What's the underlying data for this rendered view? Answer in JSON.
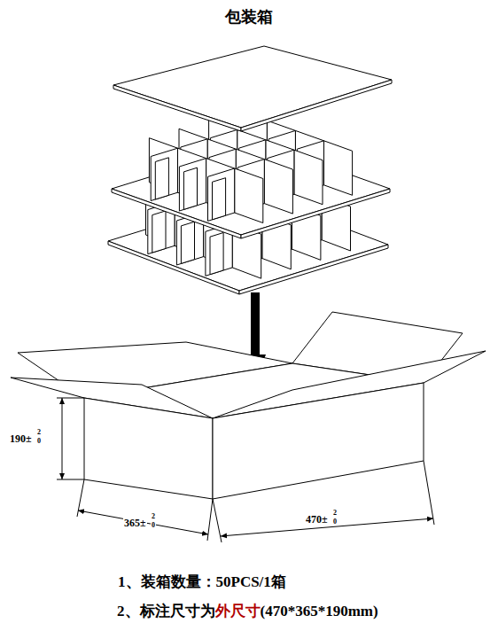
{
  "diagram": {
    "title": "包装箱",
    "labels": [
      "190±",
      "2",
      "0",
      "365±",
      "2",
      "0",
      "470±",
      "2",
      "0",
      "1、装箱数量：50PCS/1箱",
      "2、标注尺寸为",
      "外尺寸",
      "(470*365*190mm)"
    ]
  }
}
